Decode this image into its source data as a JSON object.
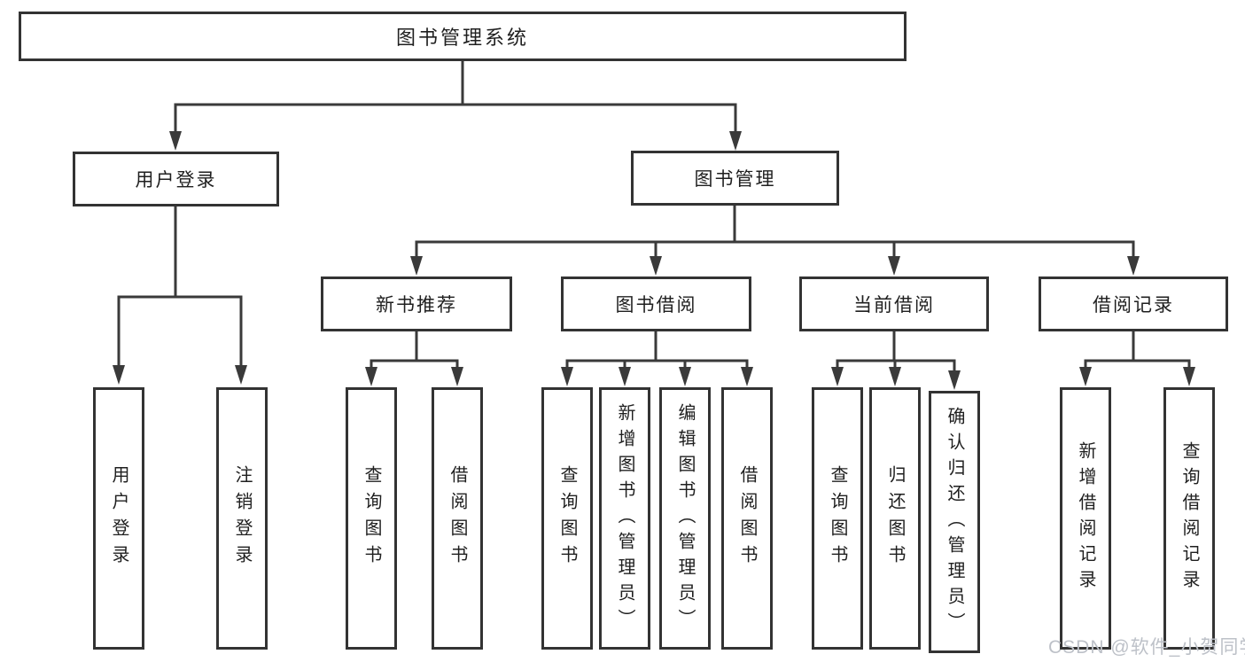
{
  "diagram": {
    "type": "tree",
    "root": {
      "label": "图书管理系统"
    },
    "level2": [
      {
        "label": "用户登录",
        "children": [
          {
            "label": "用户登录"
          },
          {
            "label": "注销登录"
          }
        ]
      },
      {
        "label": "图书管理",
        "children": [
          {
            "label": "新书推荐",
            "children": [
              {
                "label": "查询图书"
              },
              {
                "label": "借阅图书"
              }
            ]
          },
          {
            "label": "图书借阅",
            "children": [
              {
                "label": "查询图书"
              },
              {
                "label": "新增图书（管理员）"
              },
              {
                "label": "编辑图书（管理员）"
              },
              {
                "label": "借阅图书"
              }
            ]
          },
          {
            "label": "当前借阅",
            "children": [
              {
                "label": "查询图书"
              },
              {
                "label": "归还图书"
              },
              {
                "label": "确认归还（管理员）"
              }
            ]
          },
          {
            "label": "借阅记录",
            "children": [
              {
                "label": "新增借阅记录"
              },
              {
                "label": "查询借阅记录"
              }
            ]
          }
        ]
      }
    ]
  },
  "watermark": {
    "text": "CSDN @软件_小贺同学"
  },
  "colors": {
    "line": "#3a3a3a",
    "box_border": "#333333",
    "box_fill": "#ffffff",
    "text": "#1f1f1f",
    "watermark": "#bdc1c8"
  }
}
